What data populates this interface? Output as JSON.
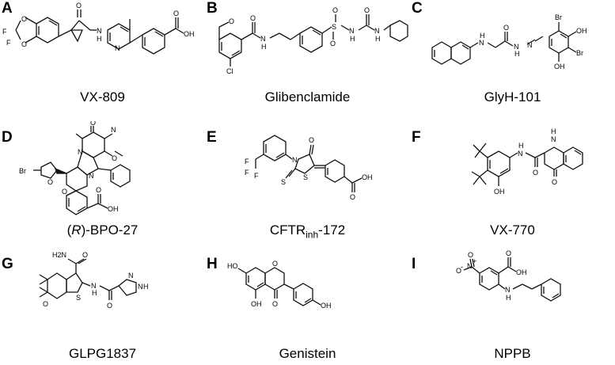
{
  "panels": [
    {
      "letter": "A",
      "name": "VX-809",
      "atoms": [
        "O",
        "F",
        "F",
        "O",
        "O",
        "N",
        "H",
        "N",
        "O",
        "OH"
      ]
    },
    {
      "letter": "B",
      "name": "Glibenclamide",
      "atoms": [
        "O",
        "O",
        "N",
        "H",
        "Cl",
        "O",
        "O",
        "S",
        "N",
        "H",
        "O",
        "N",
        "H"
      ]
    },
    {
      "letter": "C",
      "name": "GlyH-101",
      "atoms": [
        "H",
        "N",
        "O",
        "N",
        "H",
        "N",
        "Br",
        "OH",
        "OH",
        "Br"
      ]
    },
    {
      "letter": "D",
      "name_italic": "R",
      "name_prefix": "(",
      "name_suffix": ")-BPO-27",
      "atoms": [
        "O",
        "N",
        "N",
        "O",
        "Br",
        "O",
        "O",
        "N",
        "O",
        "OH"
      ]
    },
    {
      "letter": "E",
      "name_main": "CFTR",
      "name_sub": "inh",
      "name_suffix": "-172",
      "atoms": [
        "F",
        "F",
        "F",
        "N",
        "O",
        "S",
        "S",
        "O",
        "OH"
      ]
    },
    {
      "letter": "F",
      "name": "VX-770",
      "atoms": [
        "H",
        "N",
        "O",
        "N",
        "H",
        "O",
        "OH"
      ]
    },
    {
      "letter": "G",
      "name": "GLPG1837",
      "atoms": [
        "H2N",
        "O",
        "O",
        "S",
        "N",
        "H",
        "O",
        "N",
        "N",
        "H"
      ]
    },
    {
      "letter": "H",
      "name": "Genistein",
      "atoms": [
        "HO",
        "O",
        "OH",
        "O",
        "OH"
      ]
    },
    {
      "letter": "I",
      "name": "NPPB",
      "atoms": [
        "O",
        "N",
        "+",
        "O",
        "-",
        "O",
        "OH",
        "N",
        "H"
      ]
    }
  ]
}
